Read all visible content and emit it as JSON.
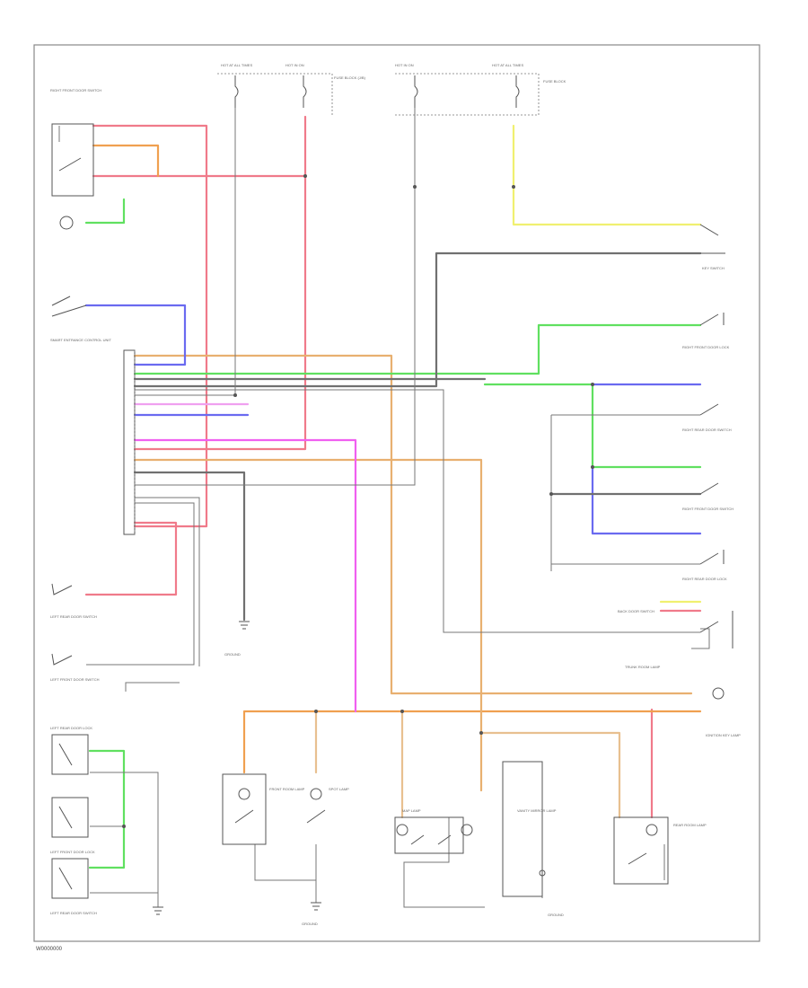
{
  "footer_code": "W0000000",
  "colors": {
    "red": "#f07a8a",
    "orange": "#f0a050",
    "tan": "#e8c090",
    "green": "#60e060",
    "blue": "#6a6af0",
    "gray": "#707070",
    "yellow": "#f0f070",
    "pink": "#f060f0",
    "black": "#555555"
  },
  "labels": {
    "hot_at_all_times_1": "HOT AT ALL TIMES",
    "hot_at_all_times_2": "HOT IN ON",
    "hot_in_on": "HOT IN ON",
    "hot_at_all_times_3": "HOT AT ALL TIMES",
    "fuse_block_top": "FUSE BLOCK (J/B)",
    "fuse_block_right": "FUSE BLOCK",
    "right_front_door_switch": "RIGHT FRONT DOOR SWITCH",
    "key_switch": "KEY SWITCH",
    "right_front_door_lock": "RIGHT FRONT DOOR LOCK",
    "right_rear_door_switch": "RIGHT REAR DOOR SWITCH",
    "right_front_door_switch_2": "RIGHT FRONT DOOR SWITCH",
    "right_rear_door_lock": "RIGHT REAR DOOR LOCK",
    "back_door_switch": "BACK DOOR SWITCH",
    "trunk_room_lamp": "TRUNK ROOM LAMP",
    "ignition_key_lamp": "IGNITION KEY LAMP",
    "smart_entrance_control_unit": "SMART ENTRANCE CONTROL UNIT",
    "left_rear_door_switch": "LEFT REAR DOOR SWITCH",
    "left_front_door_switch": "LEFT FRONT DOOR SWITCH",
    "left_rear_door_lock": "LEFT REAR DOOR LOCK",
    "left_front_door_lock": "LEFT FRONT DOOR LOCK",
    "left_rear_door_lock_switch": "LEFT REAR DOOR SWITCH",
    "front_room_lamp": "FRONT ROOM LAMP",
    "spot_lamp": "SPOT LAMP",
    "map_lamp": "MAP LAMP",
    "vanity_mirror_lamp": "VANITY MIRROR LAMP",
    "rear_room_lamp": "REAR ROOM LAMP",
    "ground_left": "GROUND",
    "ground_mid": "GROUND",
    "ground_right": "GROUND"
  }
}
